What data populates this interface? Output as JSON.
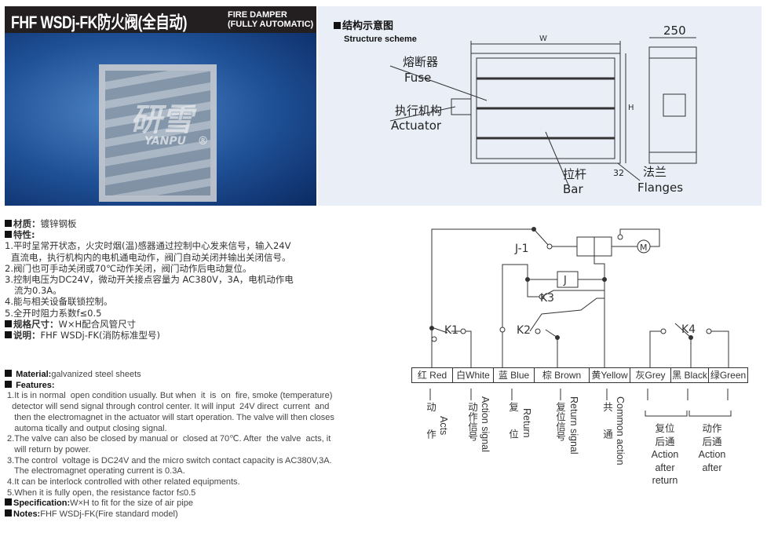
{
  "header": {
    "title": "FHF WSDj-FK防火阀(全自动)",
    "subtitle_line1": "FIRE DAMPER",
    "subtitle_line2": "(FULLY AUTOMATIC)"
  },
  "photo": {
    "brand_cn": "研雪",
    "brand_en": "YANPU",
    "registered": "®"
  },
  "scheme": {
    "title_cn": "结构示意图",
    "title_en": "Structure scheme",
    "dim_w": "W",
    "dim_h": "H",
    "dim_250": "250",
    "dim_32": "32",
    "fuse_cn": "熔断器",
    "fuse_en": "Fuse",
    "actuator_cn": "执行机构",
    "actuator_en": "Actuator",
    "bar_cn": "拉杆",
    "bar_en": "Bar",
    "flanges_cn": "法兰",
    "flanges_en": "Flanges"
  },
  "cn": {
    "material_label": "材质：",
    "material_value": "镀锌钢板",
    "features_label": "特性:",
    "features": [
      "1.平时呈常开状态，火灾时烟(温)感器通过控制中心发来信号，输入24V",
      "  直流电，执行机构内的电机通电动作，阀门自动关闭并输出关闭信号。",
      "2.阀门也可手动关闭或70℃动作关闭，阀门动作后电动复位。",
      "3.控制电压为DC24V，微动开关接点容量为 AC380V，3A，电机动作电",
      "   流为0.3A。",
      "4.能与相关设备联锁控制。",
      "5.全开时阻力系数f≤0.5"
    ],
    "spec_label": "规格尺寸：",
    "spec_value": "W×H配合风管尺寸",
    "notes_label": "说明：",
    "notes_value": "FHF WSDj-FK(消防标准型号)"
  },
  "en": {
    "material_label": "Material:",
    "material_value": "galvanized steel sheets",
    "features_label": "Features:",
    "features": [
      " 1.It is in normal  open condition usually. But when  it  is  on  fire, smoke (temperature)",
      "   detector will send signal through control center. It will input  24V direct  current  and",
      "    then the electromagnet in the actuator will start operation. The valve will then closes",
      "    automa tically and output closing signal.",
      " 2.The valve can also be closed by manual or  closed at 70℃. After  the valve  acts, it",
      "    will return by power.",
      " 3.The control  voltage is DC24V and the micro switch contact capacity is AC380V,3A.",
      "    The electromagnet operating current is 0.3A.",
      " 4.It can be interlock controlled with other related equipments.",
      " 5.When it is fully open, the resistance factor f≤0.5"
    ],
    "spec_label": "Specification:",
    "spec_value": "W×H to fit for the size of air pipe",
    "notes_label": "Notes:",
    "notes_value": "FHF WSDj-FK(Fire standard model)"
  },
  "circuit": {
    "j1": "J-1",
    "j": "J",
    "k1": "K1",
    "k2": "K2",
    "k3": "K3",
    "k4": "K4",
    "motor": "M",
    "terminals": [
      "红 Red",
      "白White",
      "蓝 Blue",
      "棕 Brown",
      "黄Yellow",
      "灰Grey",
      "黑 Black",
      "绿Green"
    ],
    "red_cn": "动作",
    "red_en": "Acts",
    "white_cn": "动作信号",
    "white_en": "Action signal",
    "blue_cn": "复位",
    "blue_en": "Return",
    "brown_cn": "复位信号",
    "brown_en": "Return signal",
    "yellow_cn": "共通",
    "yellow_en": "Common action",
    "grey_cn1": "复位",
    "grey_cn2": "后通",
    "grey_en1": "Action",
    "grey_en2": "after",
    "grey_en3": "return",
    "green_cn1": "动作",
    "green_cn2": "后通",
    "green_en1": "Action",
    "green_en2": "after"
  }
}
